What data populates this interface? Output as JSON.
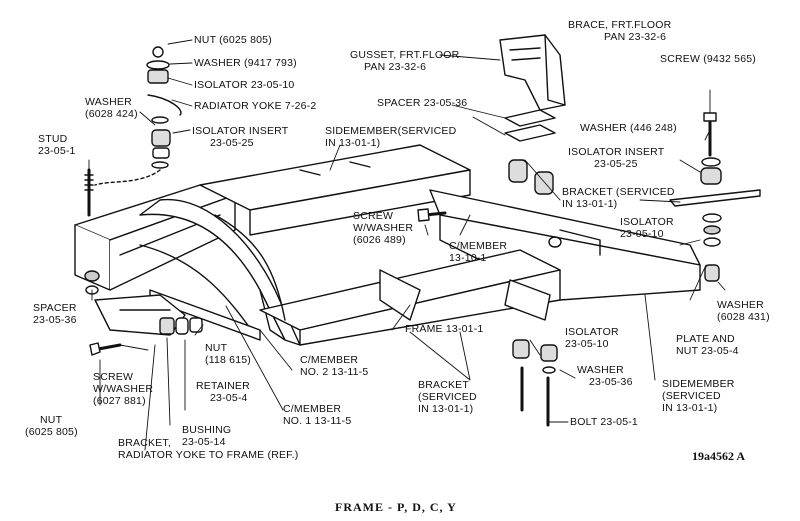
{
  "caption": "FRAME - P, D, C, Y",
  "ref_number": "19a4562 A",
  "labels": {
    "nut_top": "NUT (6025 805)",
    "washer_top": "WASHER (9417 793)",
    "isolator_top": "ISOLATOR 23-05-10",
    "radiator_yoke": "RADIATOR YOKE 7-26-2",
    "washer_left_1": "WASHER",
    "washer_left_2": "(6028 424)",
    "isolator_insert_left_1": "ISOLATOR INSERT",
    "isolator_insert_left_2": "23-05-25",
    "stud_1": "STUD",
    "stud_2": "23-05-1",
    "sidemember_top_1": "SIDEMEMBER(SERVICED",
    "sidemember_top_2": "IN 13-01-1)",
    "spacer_top": "SPACER 23-05-36",
    "gusset_1": "GUSSET, FRT.FLOOR",
    "gusset_2": "PAN 23-32-6",
    "brace_1": "BRACE, FRT.FLOOR",
    "brace_2": "PAN 23-32-6",
    "screw_right": "SCREW (9432 565)",
    "washer_right": "WASHER (446 248)",
    "isolator_insert_right_1": "ISOLATOR INSERT",
    "isolator_insert_right_2": "23-05-25",
    "bracket_serviced_top_1": "BRACKET (SERVICED",
    "bracket_serviced_top_2": "IN 13-01-1)",
    "isolator_right_1": "ISOLATOR",
    "isolator_right_2": "23-05-10",
    "screw_washer_mid_1": "SCREW",
    "screw_washer_mid_2": "W/WASHER",
    "screw_washer_mid_3": "(6026 489)",
    "cmember_mid_1": "C/MEMBER",
    "cmember_mid_2": "13-10-1",
    "spacer_left_1": "SPACER",
    "spacer_left_2": "23-05-36",
    "washer_right_low_1": "WASHER",
    "washer_right_low_2": "(6028 431)",
    "frame": "FRAME 13-01-1",
    "isolator_low_1": "ISOLATOR",
    "isolator_low_2": "23-05-10",
    "plate_nut_1": "PLATE AND",
    "plate_nut_2": "NUT 23-05-4",
    "nut_mid_1": "NUT",
    "nut_mid_2": "(118 615)",
    "washer_low_1": "WASHER",
    "washer_low_2": "23-05-36",
    "cmember_no2_1": "C/MEMBER",
    "cmember_no2_2": "NO. 2 13-11-5",
    "screw_washer_left_1": "SCREW",
    "screw_washer_left_2": "W/WASHER",
    "screw_washer_left_3": "(6027 881)",
    "retainer_1": "RETAINER",
    "retainer_2": "23-05-4",
    "bracket_serviced_low_1": "BRACKET",
    "bracket_serviced_low_2": "(SERVICED",
    "bracket_serviced_low_3": "IN 13-01-1)",
    "sidemember_low_1": "SIDEMEMBER",
    "sidemember_low_2": "(SERVICED",
    "sidemember_low_3": "IN 13-01-1)",
    "cmember_no1_1": "C/MEMBER",
    "cmember_no1_2": "NO. 1 13-11-5",
    "bolt": "BOLT 23-05-1",
    "nut_left_1": "NUT",
    "nut_left_2": "(6025 805)",
    "bushing_1": "BUSHING",
    "bushing_2": "23-05-14",
    "bracket_radiator_1": "BRACKET,",
    "bracket_radiator_2": "RADIATOR YOKE TO FRAME (REF.)"
  }
}
